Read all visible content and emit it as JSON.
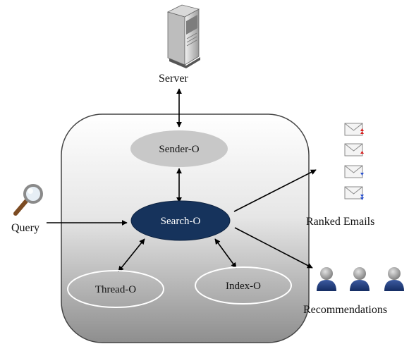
{
  "labels": {
    "server": "Server",
    "query": "Query",
    "ranked_emails": "Ranked Emails",
    "recommendations": "Recommendations"
  },
  "nodes": {
    "sender": "Sender-O",
    "search": "Search-O",
    "thread": "Thread-O",
    "index": "Index-O"
  },
  "colors": {
    "container_top": "#ffffff",
    "container_bottom": "#8e8e8e",
    "sender_fill": "#c8c8c8",
    "search_fill": "#16335c",
    "person_body": "#1c3a78",
    "person_head": "#9a9a9a"
  },
  "icons": [
    "server-icon",
    "magnifier-icon",
    "email-icon",
    "person-icon"
  ]
}
